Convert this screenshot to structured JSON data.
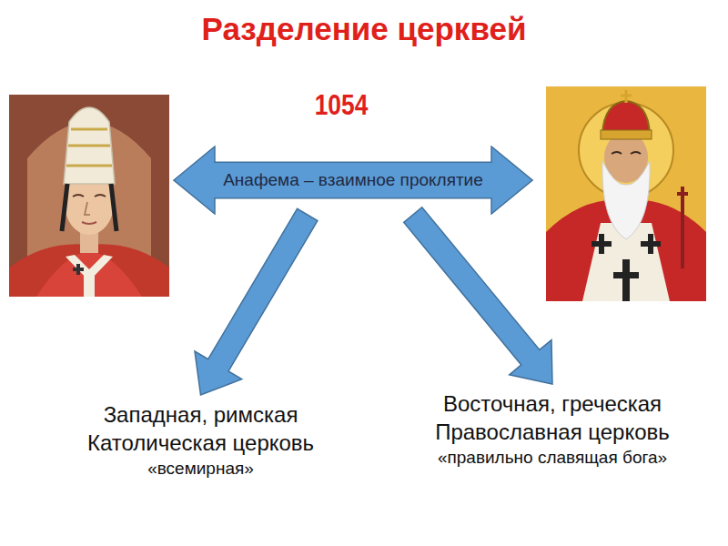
{
  "diagram": {
    "title": "Разделение церквей",
    "nodes": [
      {
        "text": [
          "Анафема – взаимное проклятие"
        ]
      },
      {
        "text": [
          "Западная, римская Католическая церковь",
          "«всемирная»"
        ]
      },
      {
        "text": [
          "Восточная, греческая Православная церковь",
          "«правильно славящая бога»"
        ]
      }
    ],
    "edges": [
      {
        "from": 0,
        "to": 1,
        "arrow": "to"
      },
      {
        "from": 0,
        "to": 2,
        "arrow": "to"
      }
    ],
    "labels": [
      "1054"
    ]
  }
}
